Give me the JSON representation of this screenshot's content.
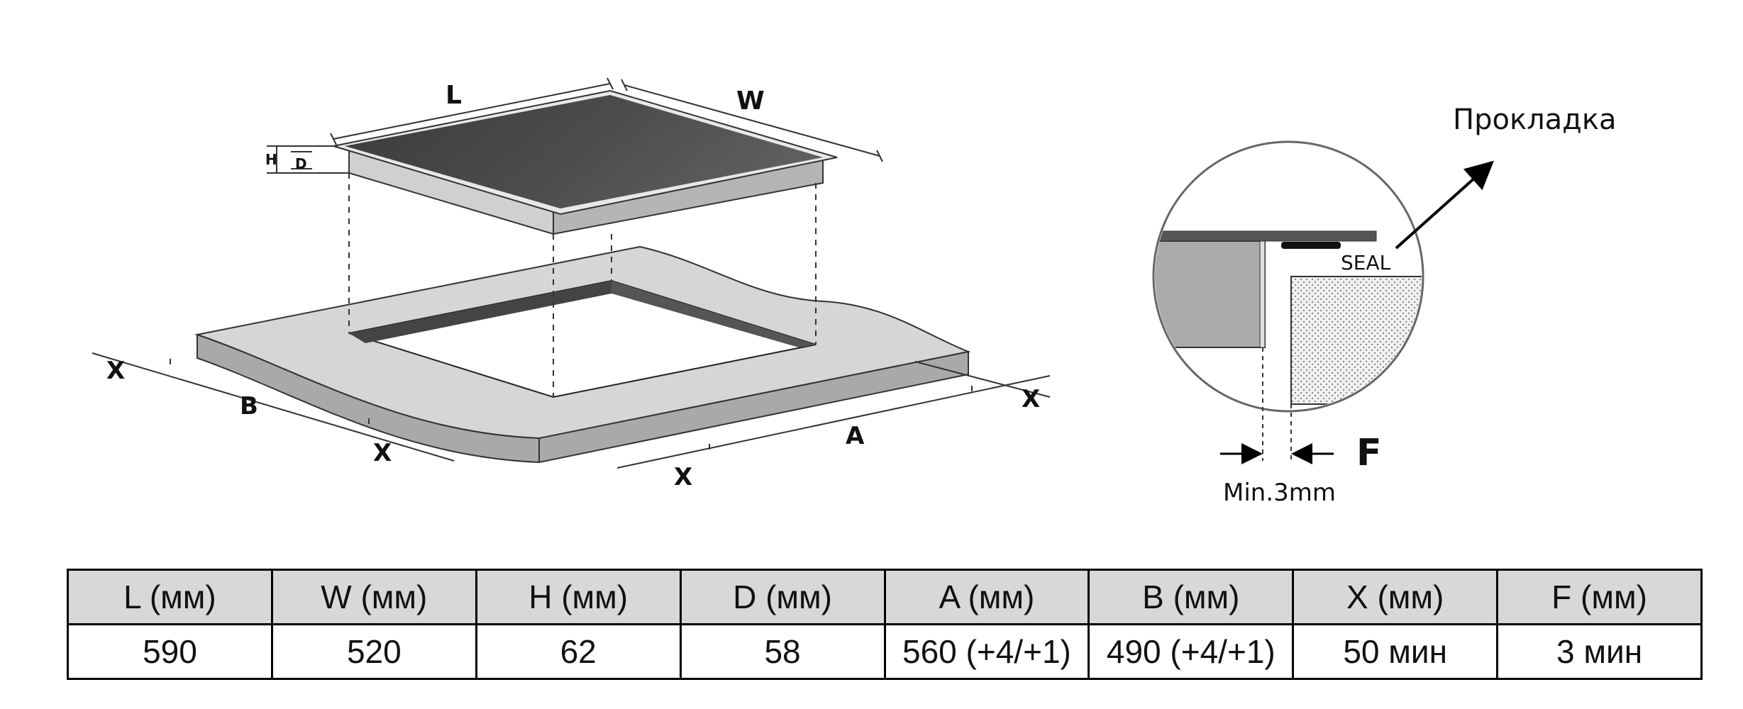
{
  "labels": {
    "L": "L",
    "W": "W",
    "H": "H",
    "D": "D",
    "A": "A",
    "B": "B",
    "X": "X",
    "F": "F",
    "seal": "SEAL",
    "gasket": "Прокладка",
    "min_gap": "Min.3mm"
  },
  "table": {
    "headers": [
      "L (мм)",
      "W (мм)",
      "H (мм)",
      "D (мм)",
      "A (мм)",
      "B (мм)",
      "X (мм)",
      "F (мм)"
    ],
    "values": [
      "590",
      "520",
      "62",
      "58",
      "560 (+4/+1)",
      "490 (+4/+1)",
      "50 мин",
      "3 мин"
    ]
  }
}
